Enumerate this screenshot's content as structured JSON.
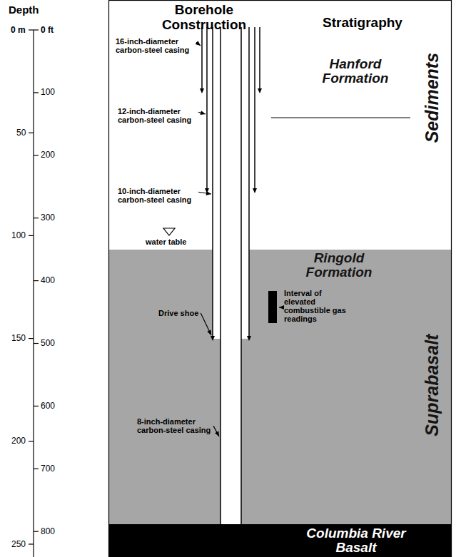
{
  "diagram": {
    "nodes": [
      {
        "text": [
          "Hanford Formation",
          "Sediments"
        ]
      },
      {
        "text": [
          "Ringold Formation",
          "Suprabasalt"
        ]
      },
      {
        "text": [
          "Columbia River Basalt"
        ]
      }
    ],
    "labels": [
      "Depth",
      "0 m",
      "0 ft",
      "100",
      "50",
      "200",
      "300",
      "100",
      "400",
      "150",
      "500",
      "600",
      "200",
      "700",
      "800",
      "250",
      "Borehole Construction",
      "Stratigraphy",
      "16-inch-diameter carbon-steel casing",
      "12-inch-diameter carbon-steel casing",
      "10-inch-diameter carbon-steel casing",
      "water table",
      "Drive shoe",
      "8-inch-diameter carbon-steel casing",
      "Interval of elevated combustible gas readings"
    ]
  }
}
